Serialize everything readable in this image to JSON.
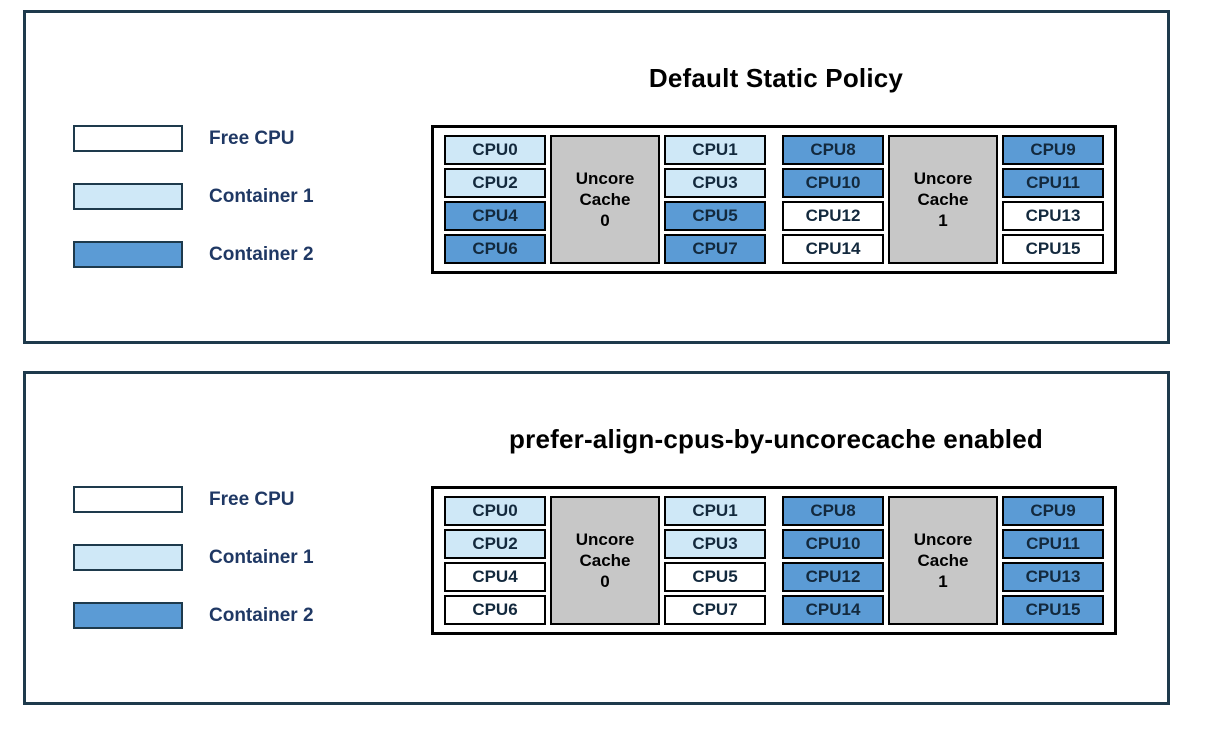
{
  "colors": {
    "free": "#ffffff",
    "container1": "#cfe8f7",
    "container2": "#5b9bd5",
    "cache": "#c7c7c7",
    "panel_border": "#1e3a4c",
    "cell_border": "#000000",
    "legend_text": "#1f3864"
  },
  "legend": {
    "items": [
      {
        "label": "Free CPU",
        "state": "free"
      },
      {
        "label": "Container 1",
        "state": "container1"
      },
      {
        "label": "Container 2",
        "state": "container2"
      }
    ]
  },
  "panels": [
    {
      "title": "Default Static Policy",
      "groups": [
        {
          "cache": [
            "Uncore",
            "Cache",
            "0"
          ],
          "left": [
            {
              "label": "CPU0",
              "state": "container1"
            },
            {
              "label": "CPU2",
              "state": "container1"
            },
            {
              "label": "CPU4",
              "state": "container2"
            },
            {
              "label": "CPU6",
              "state": "container2"
            }
          ],
          "right": [
            {
              "label": "CPU1",
              "state": "container1"
            },
            {
              "label": "CPU3",
              "state": "container1"
            },
            {
              "label": "CPU5",
              "state": "container2"
            },
            {
              "label": "CPU7",
              "state": "container2"
            }
          ]
        },
        {
          "cache": [
            "Uncore",
            "Cache",
            "1"
          ],
          "left": [
            {
              "label": "CPU8",
              "state": "container2"
            },
            {
              "label": "CPU10",
              "state": "container2"
            },
            {
              "label": "CPU12",
              "state": "free"
            },
            {
              "label": "CPU14",
              "state": "free"
            }
          ],
          "right": [
            {
              "label": "CPU9",
              "state": "container2"
            },
            {
              "label": "CPU11",
              "state": "container2"
            },
            {
              "label": "CPU13",
              "state": "free"
            },
            {
              "label": "CPU15",
              "state": "free"
            }
          ]
        }
      ]
    },
    {
      "title": "prefer-align-cpus-by-uncorecache enabled",
      "groups": [
        {
          "cache": [
            "Uncore",
            "Cache",
            "0"
          ],
          "left": [
            {
              "label": "CPU0",
              "state": "container1"
            },
            {
              "label": "CPU2",
              "state": "container1"
            },
            {
              "label": "CPU4",
              "state": "free"
            },
            {
              "label": "CPU6",
              "state": "free"
            }
          ],
          "right": [
            {
              "label": "CPU1",
              "state": "container1"
            },
            {
              "label": "CPU3",
              "state": "container1"
            },
            {
              "label": "CPU5",
              "state": "free"
            },
            {
              "label": "CPU7",
              "state": "free"
            }
          ]
        },
        {
          "cache": [
            "Uncore",
            "Cache",
            "1"
          ],
          "left": [
            {
              "label": "CPU8",
              "state": "container2"
            },
            {
              "label": "CPU10",
              "state": "container2"
            },
            {
              "label": "CPU12",
              "state": "container2"
            },
            {
              "label": "CPU14",
              "state": "container2"
            }
          ],
          "right": [
            {
              "label": "CPU9",
              "state": "container2"
            },
            {
              "label": "CPU11",
              "state": "container2"
            },
            {
              "label": "CPU13",
              "state": "container2"
            },
            {
              "label": "CPU15",
              "state": "container2"
            }
          ]
        }
      ]
    }
  ]
}
